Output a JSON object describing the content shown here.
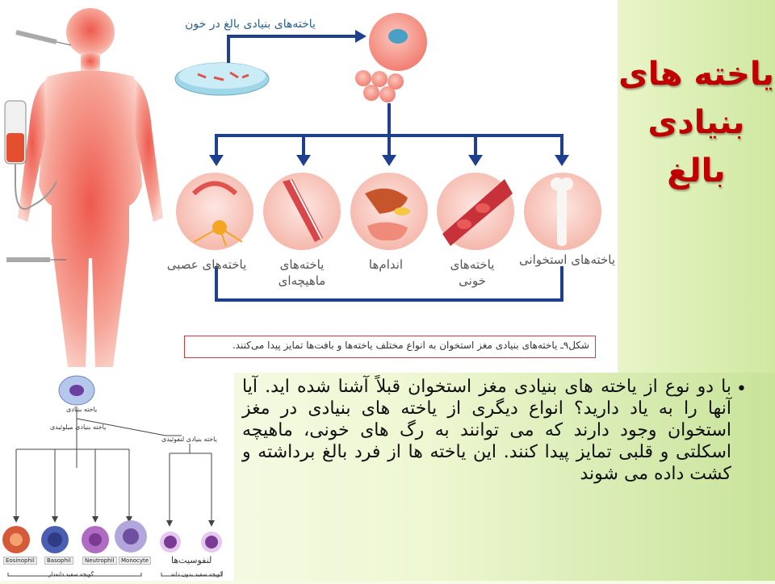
{
  "slide": {
    "title_lines": [
      "یاخته های",
      "بنیادی",
      "بالغ"
    ],
    "bullet_text": "با دو نوع از یاخته های بنیادی مغز استخوان قبلاً آشنا شده اید. آیا آنها را به یاد دارید؟ انواع دیگری از یاخته های بنیادی در مغز استخوان وجود دارند که می توانند به رگ های خونی، ماهیچه اسکلتی و قلبی تمایز پیدا کنند. این یاخته ها از فرد بالغ برداشته و کشت داده می شوند"
  },
  "figure": {
    "top_label": "یاخته‌های بنیادی بالغ در خون",
    "caption": "شکل۹ـ یاخته‌های بنیادی مغز استخوان به انواع مختلف یاخته‌ها و بافت‌ها تمایز پیدا می‌کنند.",
    "cell_types": [
      {
        "label": "یاخته‌های عصبی"
      },
      {
        "label": "یاخته‌های ماهیچه‌ای"
      },
      {
        "label": "اندام‌ها"
      },
      {
        "label": "یاخته‌های خونی"
      },
      {
        "label": "یاخته‌های استخوانی"
      }
    ]
  },
  "blood_diagram": {
    "root_label": "یاخته بنیادی",
    "myeloid_label": "یاخته بنیادی میلوئیدی",
    "lymphoid_label": "یاخته بنیادی لنفوئیدی",
    "cells": [
      "Eosinophil",
      "Basophil",
      "Neutrophil",
      "Monocyte"
    ],
    "lymphocyte_label": "لنفوسیت‌ها",
    "granular_label": "گویچه سفید دانه‌دار",
    "agranular_label": "گویچه سفید بدون دانه"
  },
  "colors": {
    "title": "#c00000",
    "arrow": "#1f3f8f",
    "body": "#f06a5e"
  }
}
